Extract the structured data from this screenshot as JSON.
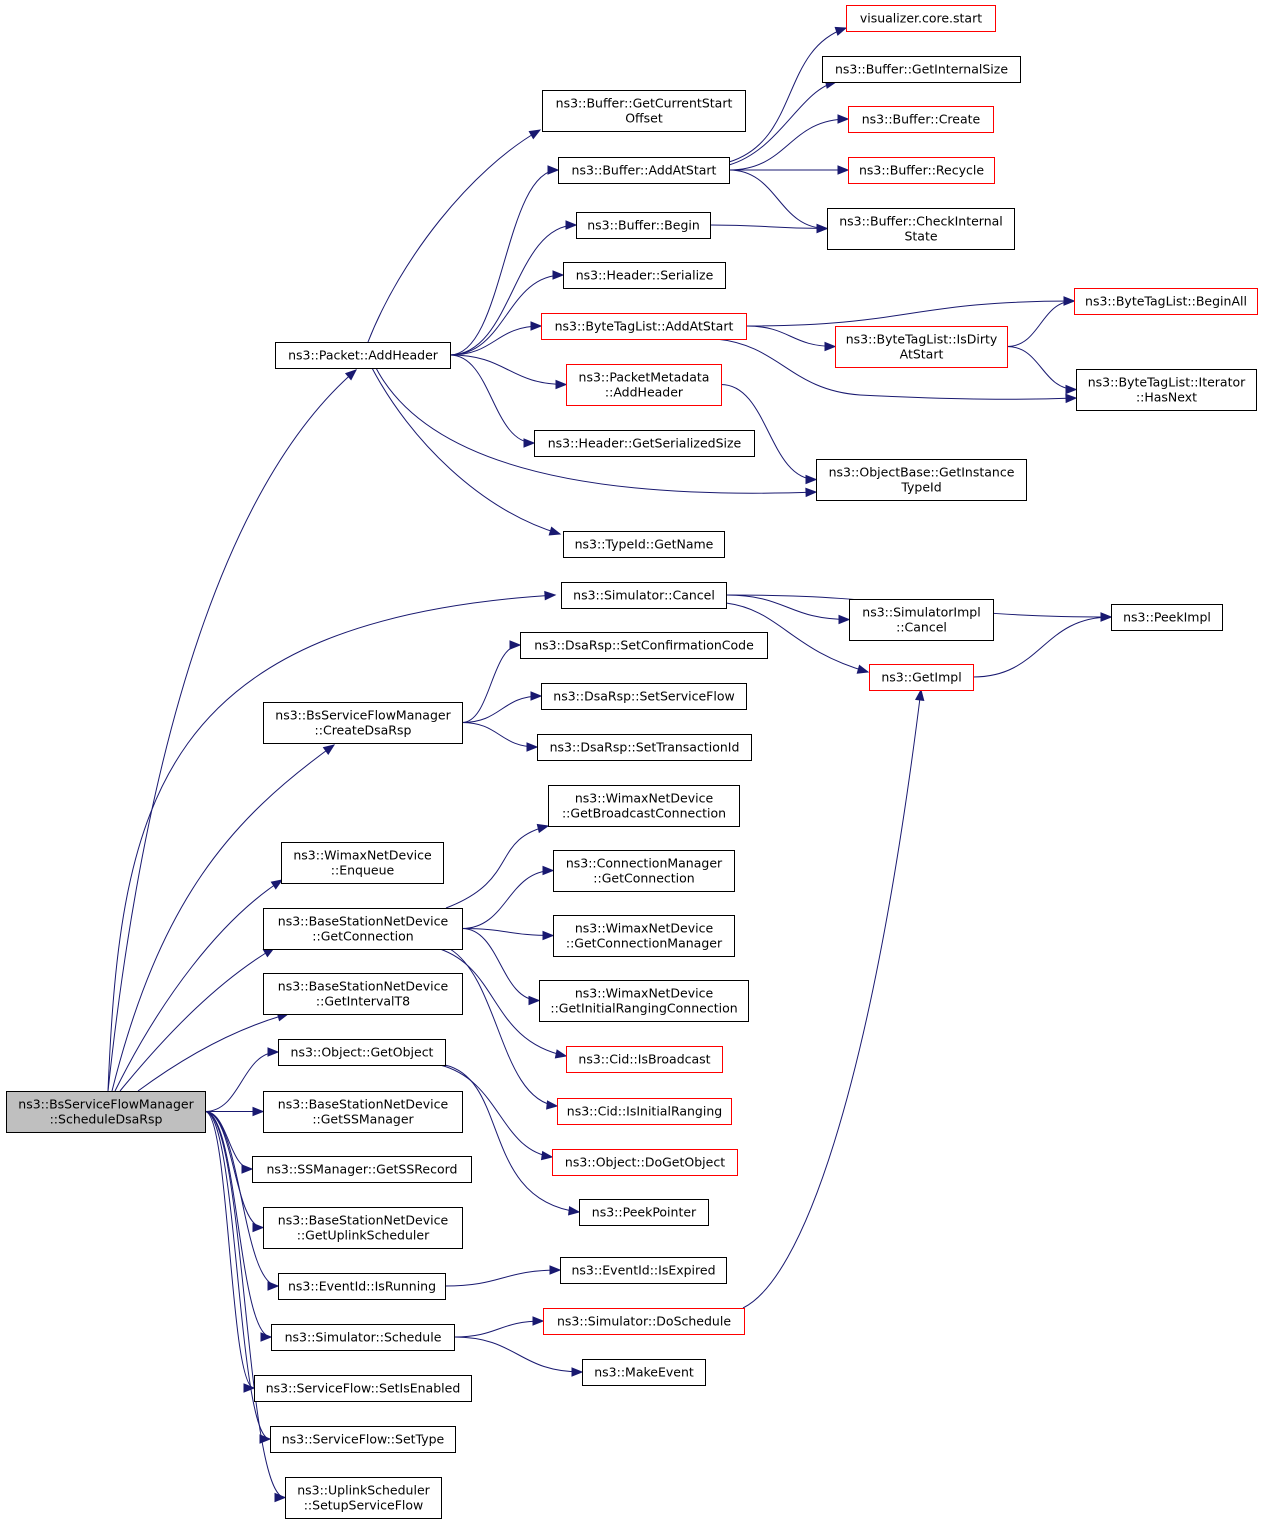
{
  "nodes": [
    {
      "id": "n0",
      "lines": [
        "ns3::BsServiceFlowManager",
        "::ScheduleDsaRsp"
      ],
      "border": "root"
    },
    {
      "id": "n1",
      "lines": [
        "ns3::Packet::AddHeader"
      ],
      "border": "black"
    },
    {
      "id": "n2",
      "lines": [
        "ns3::Buffer::GetCurrentStart",
        "Offset"
      ],
      "border": "black"
    },
    {
      "id": "n3",
      "lines": [
        "ns3::Buffer::AddAtStart"
      ],
      "border": "black"
    },
    {
      "id": "n4",
      "lines": [
        "ns3::Buffer::Begin"
      ],
      "border": "black"
    },
    {
      "id": "n5",
      "lines": [
        "ns3::Header::Serialize"
      ],
      "border": "black"
    },
    {
      "id": "n6",
      "lines": [
        "ns3::ByteTagList::AddAtStart"
      ],
      "border": "red"
    },
    {
      "id": "n7",
      "lines": [
        "ns3::PacketMetadata",
        "::AddHeader"
      ],
      "border": "red"
    },
    {
      "id": "n8",
      "lines": [
        "ns3::Header::GetSerializedSize"
      ],
      "border": "black"
    },
    {
      "id": "n9",
      "lines": [
        "ns3::TypeId::GetName"
      ],
      "border": "black"
    },
    {
      "id": "n10",
      "lines": [
        "visualizer.core.start"
      ],
      "border": "red"
    },
    {
      "id": "n11",
      "lines": [
        "ns3::Buffer::GetInternalSize"
      ],
      "border": "black"
    },
    {
      "id": "n12",
      "lines": [
        "ns3::Buffer::Create"
      ],
      "border": "red"
    },
    {
      "id": "n13",
      "lines": [
        "ns3::Buffer::Recycle"
      ],
      "border": "red"
    },
    {
      "id": "n14",
      "lines": [
        "ns3::Buffer::CheckInternal",
        "State"
      ],
      "border": "black"
    },
    {
      "id": "n15",
      "lines": [
        "ns3::ByteTagList::IsDirty",
        "AtStart"
      ],
      "border": "red"
    },
    {
      "id": "n16",
      "lines": [
        "ns3::ByteTagList::BeginAll"
      ],
      "border": "red"
    },
    {
      "id": "n17",
      "lines": [
        "ns3::ByteTagList::Iterator",
        "::HasNext"
      ],
      "border": "black"
    },
    {
      "id": "n18",
      "lines": [
        "ns3::ObjectBase::GetInstance",
        "TypeId"
      ],
      "border": "black"
    },
    {
      "id": "n19",
      "lines": [
        "ns3::Simulator::Cancel"
      ],
      "border": "black"
    },
    {
      "id": "n20",
      "lines": [
        "ns3::SimulatorImpl",
        "::Cancel"
      ],
      "border": "black"
    },
    {
      "id": "n21",
      "lines": [
        "ns3::PeekImpl"
      ],
      "border": "black"
    },
    {
      "id": "n22",
      "lines": [
        "ns3::GetImpl"
      ],
      "border": "red"
    },
    {
      "id": "n23",
      "lines": [
        "ns3::BsServiceFlowManager",
        "::CreateDsaRsp"
      ],
      "border": "black"
    },
    {
      "id": "n24",
      "lines": [
        "ns3::DsaRsp::SetConfirmationCode"
      ],
      "border": "black"
    },
    {
      "id": "n25",
      "lines": [
        "ns3::DsaRsp::SetServiceFlow"
      ],
      "border": "black"
    },
    {
      "id": "n26",
      "lines": [
        "ns3::DsaRsp::SetTransactionId"
      ],
      "border": "black"
    },
    {
      "id": "n27",
      "lines": [
        "ns3::WimaxNetDevice",
        "::Enqueue"
      ],
      "border": "black"
    },
    {
      "id": "n28",
      "lines": [
        "ns3::BaseStationNetDevice",
        "::GetConnection"
      ],
      "border": "black"
    },
    {
      "id": "n29",
      "lines": [
        "ns3::WimaxNetDevice",
        "::GetBroadcastConnection"
      ],
      "border": "black"
    },
    {
      "id": "n30",
      "lines": [
        "ns3::ConnectionManager",
        "::GetConnection"
      ],
      "border": "black"
    },
    {
      "id": "n31",
      "lines": [
        "ns3::WimaxNetDevice",
        "::GetConnectionManager"
      ],
      "border": "black"
    },
    {
      "id": "n32",
      "lines": [
        "ns3::WimaxNetDevice",
        "::GetInitialRangingConnection"
      ],
      "border": "black"
    },
    {
      "id": "n33",
      "lines": [
        "ns3::Cid::IsBroadcast"
      ],
      "border": "red"
    },
    {
      "id": "n34",
      "lines": [
        "ns3::Cid::IsInitialRanging"
      ],
      "border": "red"
    },
    {
      "id": "n35",
      "lines": [
        "ns3::BaseStationNetDevice",
        "::GetIntervalT8"
      ],
      "border": "black"
    },
    {
      "id": "n36",
      "lines": [
        "ns3::Object::GetObject"
      ],
      "border": "black"
    },
    {
      "id": "n37",
      "lines": [
        "ns3::Object::DoGetObject"
      ],
      "border": "red"
    },
    {
      "id": "n38",
      "lines": [
        "ns3::PeekPointer"
      ],
      "border": "black"
    },
    {
      "id": "n39",
      "lines": [
        "ns3::BaseStationNetDevice",
        "::GetSSManager"
      ],
      "border": "black"
    },
    {
      "id": "n40",
      "lines": [
        "ns3::SSManager::GetSSRecord"
      ],
      "border": "black"
    },
    {
      "id": "n41",
      "lines": [
        "ns3::BaseStationNetDevice",
        "::GetUplinkScheduler"
      ],
      "border": "black"
    },
    {
      "id": "n42",
      "lines": [
        "ns3::EventId::IsRunning"
      ],
      "border": "black"
    },
    {
      "id": "n43",
      "lines": [
        "ns3::EventId::IsExpired"
      ],
      "border": "black"
    },
    {
      "id": "n44",
      "lines": [
        "ns3::Simulator::Schedule"
      ],
      "border": "black"
    },
    {
      "id": "n45",
      "lines": [
        "ns3::Simulator::DoSchedule"
      ],
      "border": "red"
    },
    {
      "id": "n46",
      "lines": [
        "ns3::MakeEvent"
      ],
      "border": "black"
    },
    {
      "id": "n47",
      "lines": [
        "ns3::ServiceFlow::SetIsEnabled"
      ],
      "border": "black"
    },
    {
      "id": "n48",
      "lines": [
        "ns3::ServiceFlow::SetType"
      ],
      "border": "black"
    },
    {
      "id": "n49",
      "lines": [
        "ns3::UplinkScheduler",
        "::SetupServiceFlow"
      ],
      "border": "black"
    }
  ],
  "edges": [
    [
      "n0",
      "n1"
    ],
    [
      "n0",
      "n19"
    ],
    [
      "n0",
      "n23"
    ],
    [
      "n0",
      "n27"
    ],
    [
      "n0",
      "n28"
    ],
    [
      "n0",
      "n35"
    ],
    [
      "n0",
      "n36"
    ],
    [
      "n0",
      "n39"
    ],
    [
      "n0",
      "n40"
    ],
    [
      "n0",
      "n41"
    ],
    [
      "n0",
      "n42"
    ],
    [
      "n0",
      "n44"
    ],
    [
      "n0",
      "n47"
    ],
    [
      "n0",
      "n48"
    ],
    [
      "n0",
      "n49"
    ],
    [
      "n1",
      "n2"
    ],
    [
      "n1",
      "n3"
    ],
    [
      "n1",
      "n4"
    ],
    [
      "n1",
      "n5"
    ],
    [
      "n1",
      "n6"
    ],
    [
      "n1",
      "n7"
    ],
    [
      "n1",
      "n8"
    ],
    [
      "n1",
      "n18"
    ],
    [
      "n1",
      "n9"
    ],
    [
      "n3",
      "n10"
    ],
    [
      "n3",
      "n11"
    ],
    [
      "n3",
      "n12"
    ],
    [
      "n3",
      "n13"
    ],
    [
      "n3",
      "n14"
    ],
    [
      "n4",
      "n14"
    ],
    [
      "n6",
      "n16"
    ],
    [
      "n6",
      "n15"
    ],
    [
      "n6",
      "n17"
    ],
    [
      "n15",
      "n16"
    ],
    [
      "n15",
      "n17"
    ],
    [
      "n7",
      "n18"
    ],
    [
      "n19",
      "n21"
    ],
    [
      "n19",
      "n20"
    ],
    [
      "n19",
      "n22"
    ],
    [
      "n22",
      "n21"
    ],
    [
      "n23",
      "n24"
    ],
    [
      "n23",
      "n25"
    ],
    [
      "n23",
      "n26"
    ],
    [
      "n28",
      "n29"
    ],
    [
      "n28",
      "n30"
    ],
    [
      "n28",
      "n31"
    ],
    [
      "n28",
      "n32"
    ],
    [
      "n28",
      "n33"
    ],
    [
      "n28",
      "n34"
    ],
    [
      "n36",
      "n37"
    ],
    [
      "n36",
      "n38"
    ],
    [
      "n42",
      "n43"
    ],
    [
      "n44",
      "n45"
    ],
    [
      "n44",
      "n46"
    ],
    [
      "n45",
      "n22"
    ]
  ],
  "colors": {
    "edge": "#191970",
    "red_border": "#ff0000",
    "root_fill": "#bfbfbf"
  }
}
